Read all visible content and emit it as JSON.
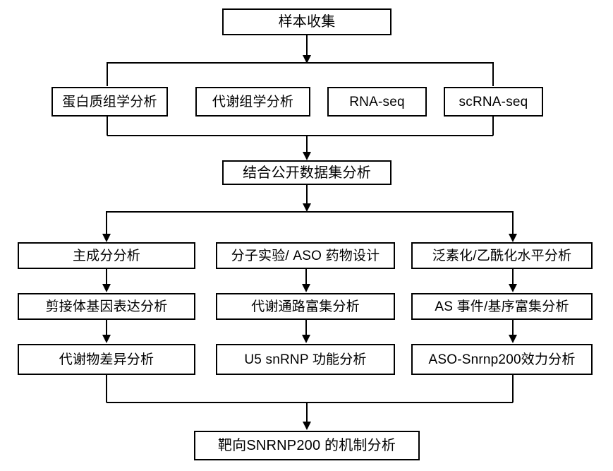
{
  "diagram": {
    "title": "Research workflow flowchart",
    "background_color": "#ffffff",
    "line_color": "#000000",
    "text_color": "#000000",
    "nodes": {
      "sample_collection": "样本收集",
      "proteomics": "蛋白质组学分析",
      "metabolomics": "代谢组学分析",
      "rna_seq": "RNA-seq",
      "scrna_seq": "scRNA-seq",
      "public_dataset": "结合公开数据集分析",
      "pca": "主成分分析",
      "spliceosome_expr": "剪接体基因表达分析",
      "metabolite_diff": "代谢物差异分析",
      "molecular_aso": "分子实验/ ASO 药物设计",
      "pathway_enrich": "代谢通路富集分析",
      "u5_snrnp": "U5 snRNP 功能分析",
      "ubiquitin_acetyl": "泛素化/乙酰化水平分析",
      "as_event_enrich": "AS 事件/基序富集分析",
      "aso_snrnp200": "ASO-Snrnp200效力分析",
      "mechanism": "靶向SNRNP200 的机制分析"
    }
  }
}
